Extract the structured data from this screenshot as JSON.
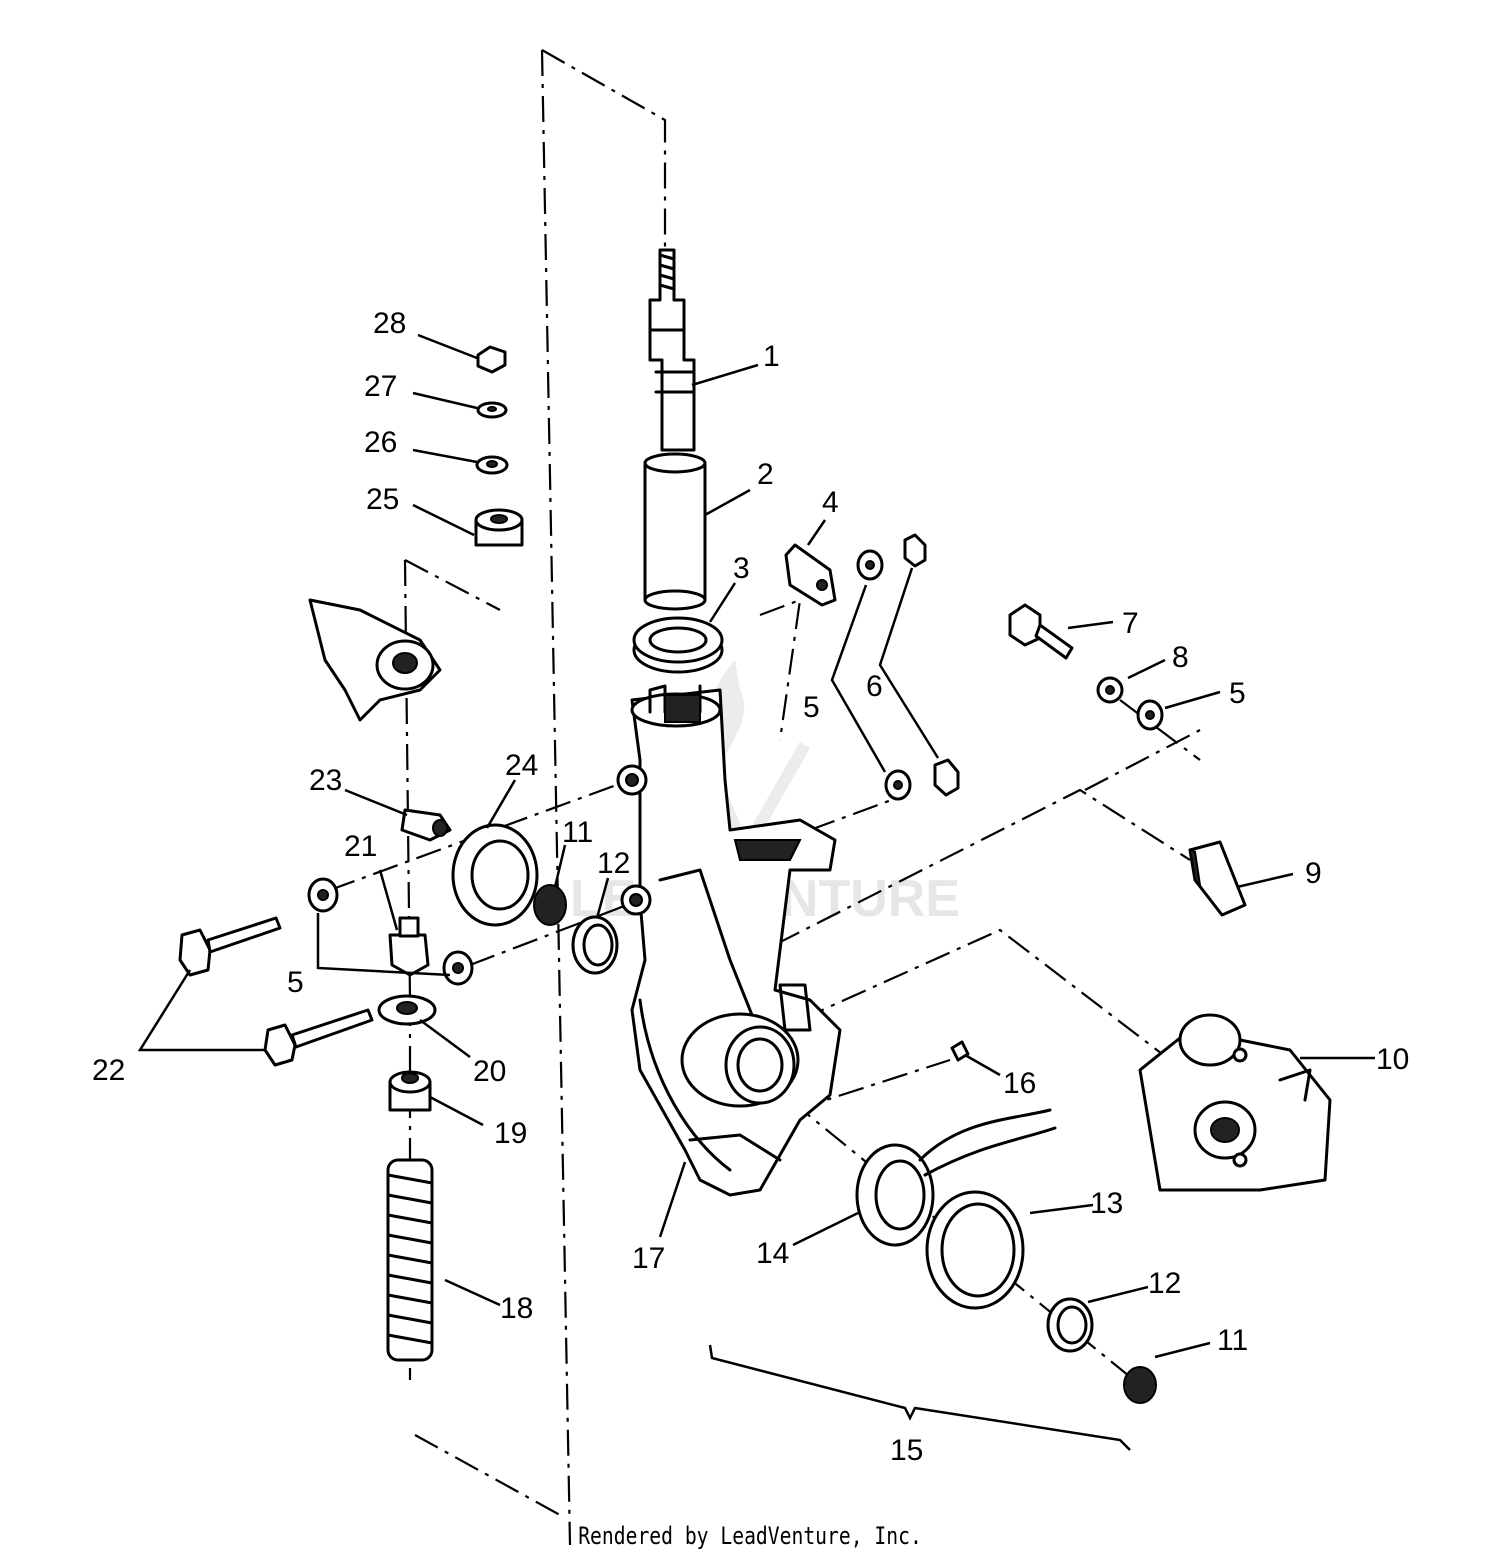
{
  "diagram": {
    "callouts": [
      {
        "id": "c1",
        "label": "1"
      },
      {
        "id": "c2",
        "label": "2"
      },
      {
        "id": "c3",
        "label": "3"
      },
      {
        "id": "c4",
        "label": "4"
      },
      {
        "id": "c5a",
        "label": "5"
      },
      {
        "id": "c6",
        "label": "6"
      },
      {
        "id": "c7",
        "label": "7"
      },
      {
        "id": "c8",
        "label": "8"
      },
      {
        "id": "c5b",
        "label": "5"
      },
      {
        "id": "c9",
        "label": "9"
      },
      {
        "id": "c10",
        "label": "10"
      },
      {
        "id": "c11a",
        "label": "11"
      },
      {
        "id": "c12a",
        "label": "12"
      },
      {
        "id": "c13",
        "label": "13"
      },
      {
        "id": "c12b",
        "label": "12"
      },
      {
        "id": "c11b",
        "label": "11"
      },
      {
        "id": "c14",
        "label": "14"
      },
      {
        "id": "c15",
        "label": "15"
      },
      {
        "id": "c16",
        "label": "16"
      },
      {
        "id": "c17",
        "label": "17"
      },
      {
        "id": "c18",
        "label": "18"
      },
      {
        "id": "c19",
        "label": "19"
      },
      {
        "id": "c20",
        "label": "20"
      },
      {
        "id": "c5c",
        "label": "5"
      },
      {
        "id": "c21",
        "label": "21"
      },
      {
        "id": "c22",
        "label": "22"
      },
      {
        "id": "c23",
        "label": "23"
      },
      {
        "id": "c24",
        "label": "24"
      },
      {
        "id": "c25",
        "label": "25"
      },
      {
        "id": "c26",
        "label": "26"
      },
      {
        "id": "c27",
        "label": "27"
      },
      {
        "id": "c28",
        "label": "28"
      }
    ],
    "watermark_text": "LEADVENTURE"
  },
  "footer": {
    "text": "Rendered by LeadVenture, Inc."
  }
}
